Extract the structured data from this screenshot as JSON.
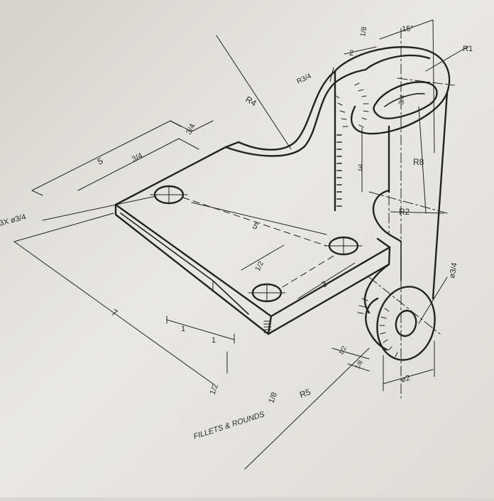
{
  "drawing": {
    "note": "FILLETS & ROUNDS",
    "note_value": "1/8",
    "dimensions": {
      "holes": "3X ø3/4",
      "base_width": "5",
      "upper_offset": "3/4",
      "plate_step": "3/4",
      "base_length": "7",
      "hole_spacing_x": "5",
      "hole_spacing_y": "3",
      "hole_half": "1/2",
      "edge_1a": "1",
      "edge_1b": "1",
      "plate_thick": "1/2",
      "r4": "R4",
      "r3_4": "R3/4",
      "arm_width": "2",
      "arm_1_8": "1/8",
      "angle": "15°",
      "r1": "R1",
      "slot_width": "3/4",
      "r8": "R8",
      "height_3": "3",
      "r2": "R2",
      "r5": "R5",
      "boss_hole": "ø3/4",
      "boss_dia": "ø2",
      "small_1_2": "1/2",
      "small_1_8": "1/8"
    }
  }
}
